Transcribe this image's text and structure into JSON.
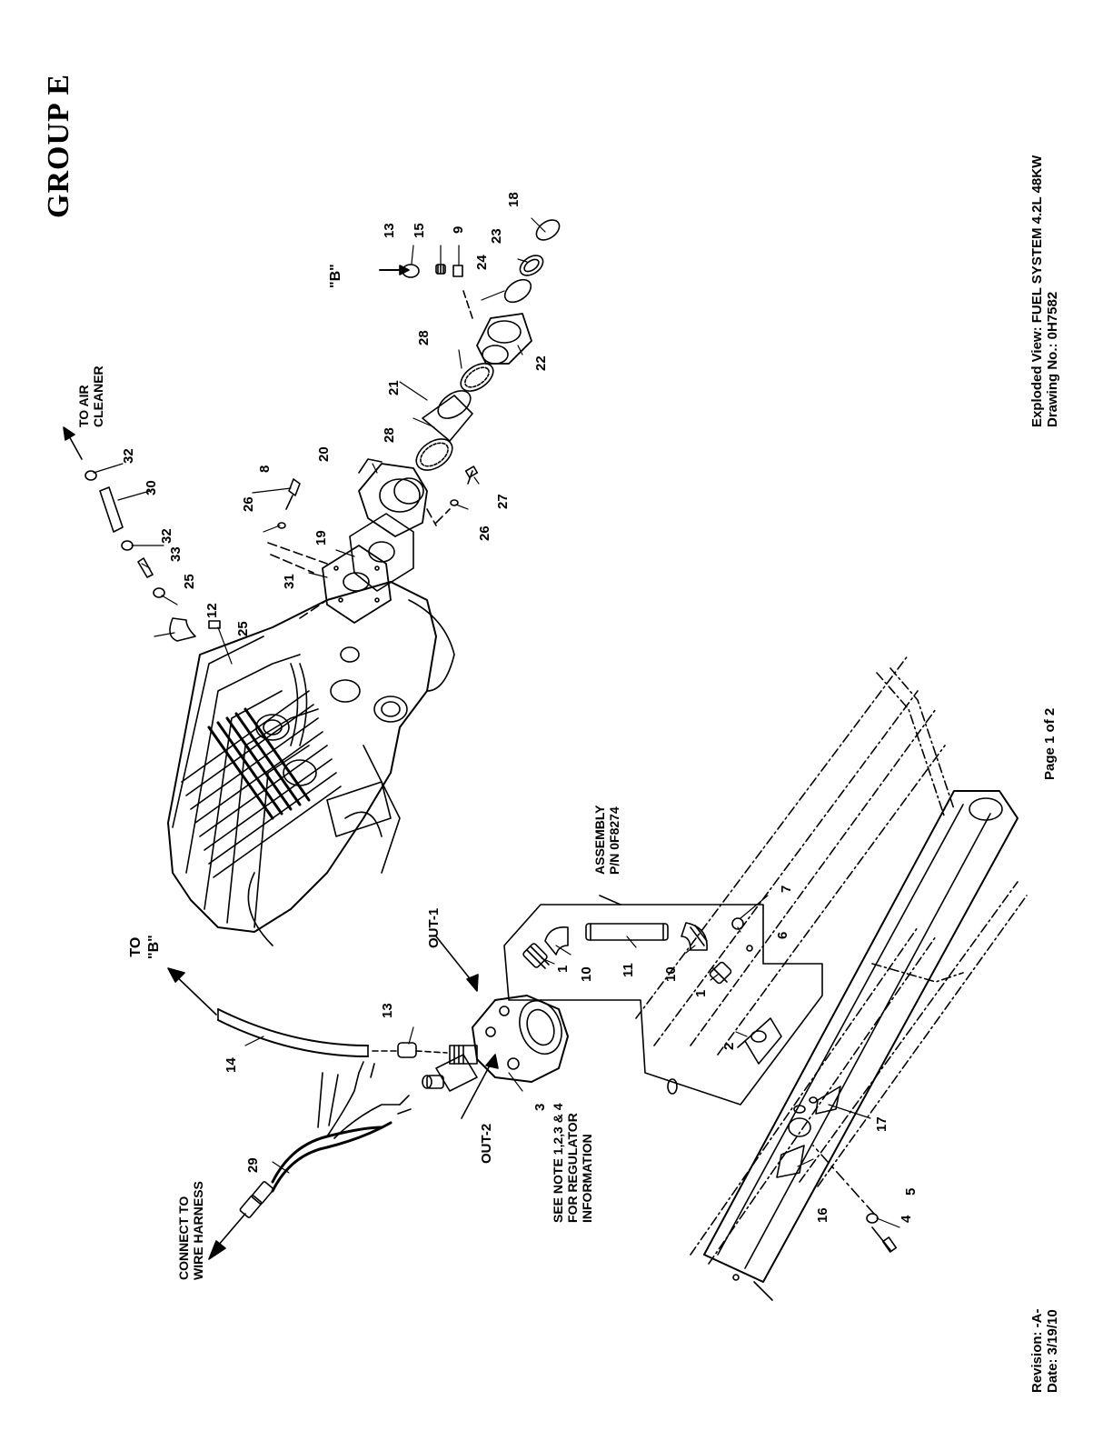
{
  "group_title": "GROUP E",
  "title_block": {
    "line1": "Exploded View: FUEL SYSTEM 4.2L 48KW",
    "line2": "Drawing No.: 0H7582"
  },
  "revision": {
    "line1": "Revision: -A-",
    "line2": "Date: 3/19/10"
  },
  "page_label": "Page 1 of 2",
  "annotations": {
    "to_air_cleaner": [
      "TO AIR",
      "CLEANER"
    ],
    "to_b": [
      "TO",
      "\"B\""
    ],
    "b_ref": "\"B\"",
    "connect_harness": [
      "CONNECT TO",
      "WIRE HARNESS"
    ],
    "assembly": [
      "ASSEMBLY",
      "P/N 0F8274"
    ],
    "out1": "OUT-1",
    "out2": "OUT-2",
    "regulator_note": [
      "SEE NOTE 1,2,3 & 4",
      "FOR REGULATOR",
      "INFORMATION"
    ]
  },
  "callouts": [
    "1",
    "1",
    "2",
    "3",
    "4",
    "5",
    "6",
    "7",
    "8",
    "9",
    "10",
    "10",
    "11",
    "12",
    "13",
    "13",
    "14",
    "15",
    "16",
    "17",
    "18",
    "19",
    "20",
    "21",
    "22",
    "23",
    "24",
    "25",
    "25",
    "26",
    "26",
    "27",
    "28",
    "28",
    "29",
    "30",
    "31",
    "32",
    "32",
    "33"
  ]
}
